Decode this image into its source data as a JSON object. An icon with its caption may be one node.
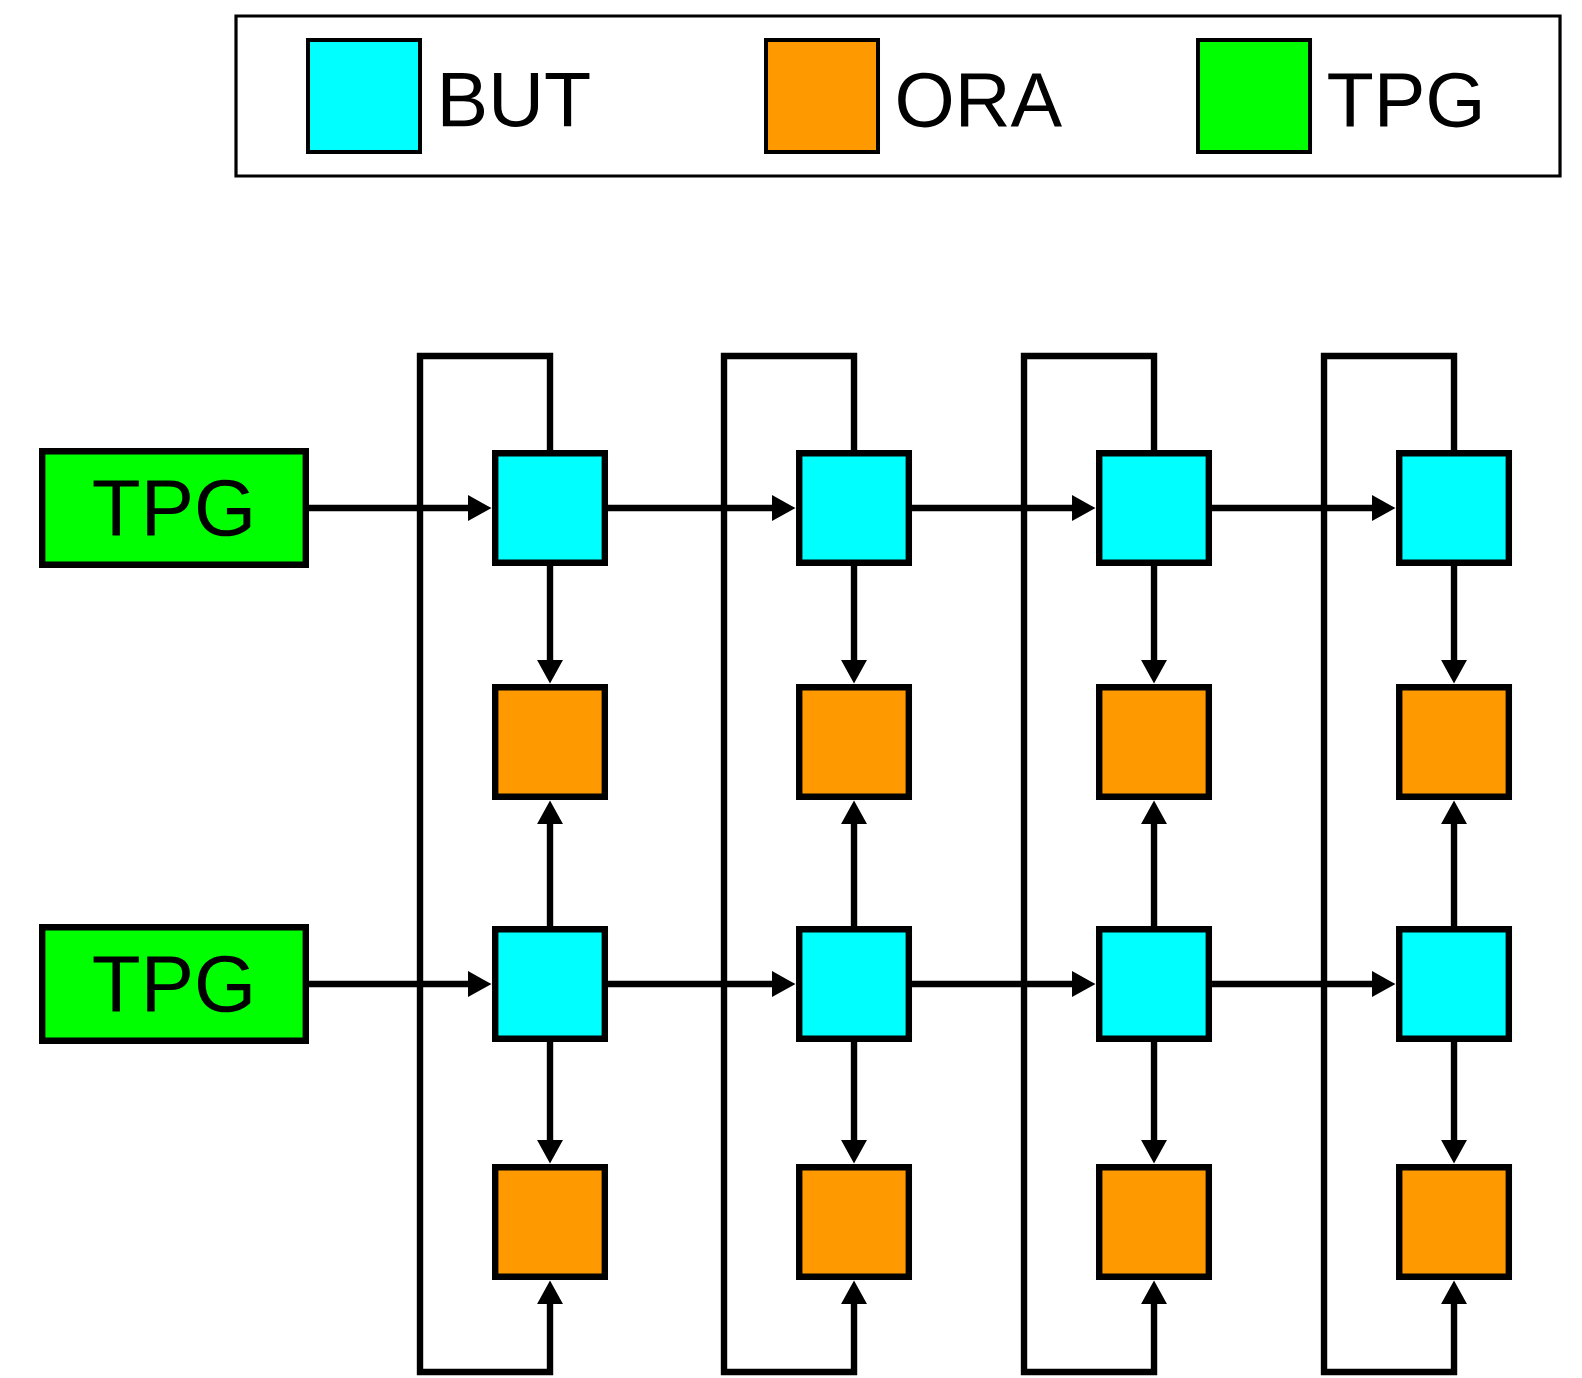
{
  "diagram": {
    "nodes": [
      {
        "text": [
          "TPG"
        ]
      },
      {
        "text": [
          "TPG"
        ]
      },
      {
        "text": [],
        "shape": "box"
      },
      {
        "text": [],
        "shape": "box"
      },
      {
        "text": [],
        "shape": "box"
      },
      {
        "text": [],
        "shape": "box"
      },
      {
        "text": [],
        "shape": "box"
      },
      {
        "text": [],
        "shape": "box"
      },
      {
        "text": [],
        "shape": "box"
      },
      {
        "text": [],
        "shape": "box"
      },
      {
        "text": [],
        "shape": "box"
      },
      {
        "text": [],
        "shape": "box"
      },
      {
        "text": [],
        "shape": "box"
      },
      {
        "text": [],
        "shape": "box"
      },
      {
        "text": [],
        "shape": "box"
      },
      {
        "text": [],
        "shape": "box"
      },
      {
        "text": [],
        "shape": "box"
      },
      {
        "text": [],
        "shape": "box"
      }
    ],
    "edges": [
      {
        "from": 0,
        "to": 2,
        "arrow": "to"
      },
      {
        "from": 2,
        "to": 3,
        "arrow": "to"
      },
      {
        "from": 3,
        "to": 4,
        "arrow": "to"
      },
      {
        "from": 4,
        "to": 5,
        "arrow": "to"
      },
      {
        "from": 1,
        "to": 10,
        "arrow": "to"
      },
      {
        "from": 10,
        "to": 11,
        "arrow": "to"
      },
      {
        "from": 11,
        "to": 12,
        "arrow": "to"
      },
      {
        "from": 12,
        "to": 13,
        "arrow": "to"
      },
      {
        "from": 2,
        "to": 6,
        "arrow": "to"
      },
      {
        "from": 3,
        "to": 7,
        "arrow": "to"
      },
      {
        "from": 4,
        "to": 8,
        "arrow": "to"
      },
      {
        "from": 5,
        "to": 9,
        "arrow": "to"
      },
      {
        "from": 10,
        "to": 6,
        "arrow": "to"
      },
      {
        "from": 11,
        "to": 7,
        "arrow": "to"
      },
      {
        "from": 12,
        "to": 8,
        "arrow": "to"
      },
      {
        "from": 13,
        "to": 9,
        "arrow": "to"
      },
      {
        "from": 10,
        "to": 14,
        "arrow": "to"
      },
      {
        "from": 11,
        "to": 15,
        "arrow": "to"
      },
      {
        "from": 12,
        "to": 16,
        "arrow": "to"
      },
      {
        "from": 13,
        "to": 17,
        "arrow": "to"
      },
      {
        "from": 2,
        "to": 14,
        "arrow": "to"
      },
      {
        "from": 3,
        "to": 15,
        "arrow": "to"
      },
      {
        "from": 4,
        "to": 16,
        "arrow": "to"
      },
      {
        "from": 5,
        "to": 17,
        "arrow": "to"
      }
    ],
    "legend": [
      {
        "text": "BUT",
        "color": "#00ffff"
      },
      {
        "text": "ORA",
        "color": "#ff9900"
      },
      {
        "text": "TPG",
        "color": "#00ff00"
      }
    ]
  }
}
